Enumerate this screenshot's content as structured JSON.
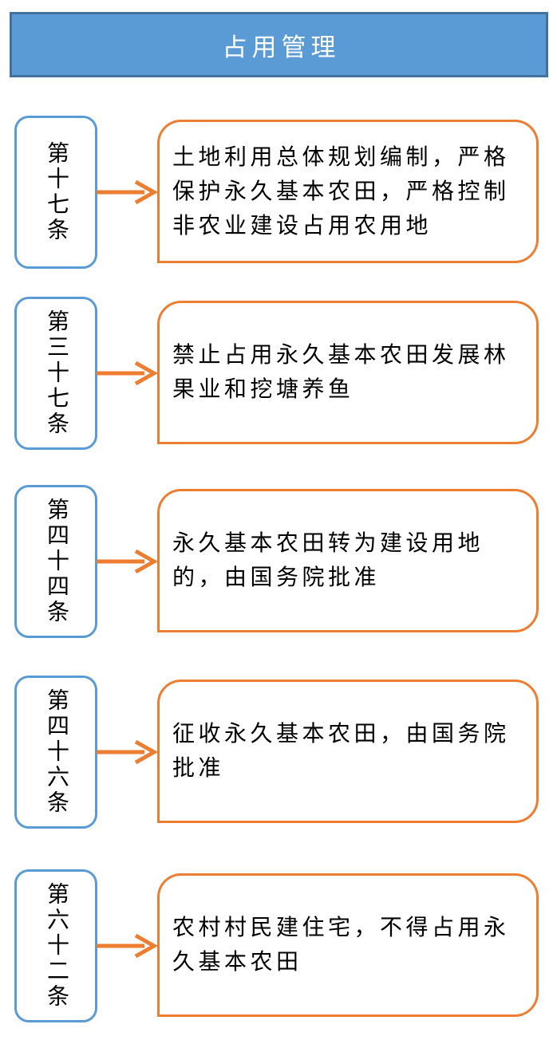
{
  "title": "占用管理",
  "colors": {
    "header_fill": "#5B9BD5",
    "header_border": "#41719C",
    "article_border": "#5B9BD5",
    "content_border": "#ED7D31",
    "arrow": "#ED7D31",
    "text": "#000000",
    "background": "#FFFFFF"
  },
  "icons": {
    "arrow": "arrow-right-icon"
  },
  "rows": [
    {
      "article": "第十七条",
      "text": "土地利用总体规划编制，严格保护永久基本农田，严格控制非农业建设占用农用地"
    },
    {
      "article": "第三十七条",
      "text": "禁止占用永久基本农田发展林果业和挖塘养鱼"
    },
    {
      "article": "第四十四条",
      "text": "永久基本农田转为建设用地的，由国务院批准"
    },
    {
      "article": "第四十六条",
      "text": "征收永久基本农田，由国务院批准"
    },
    {
      "article": "第六十二条",
      "text": "农村村民建住宅，不得占用永久基本农田"
    }
  ]
}
